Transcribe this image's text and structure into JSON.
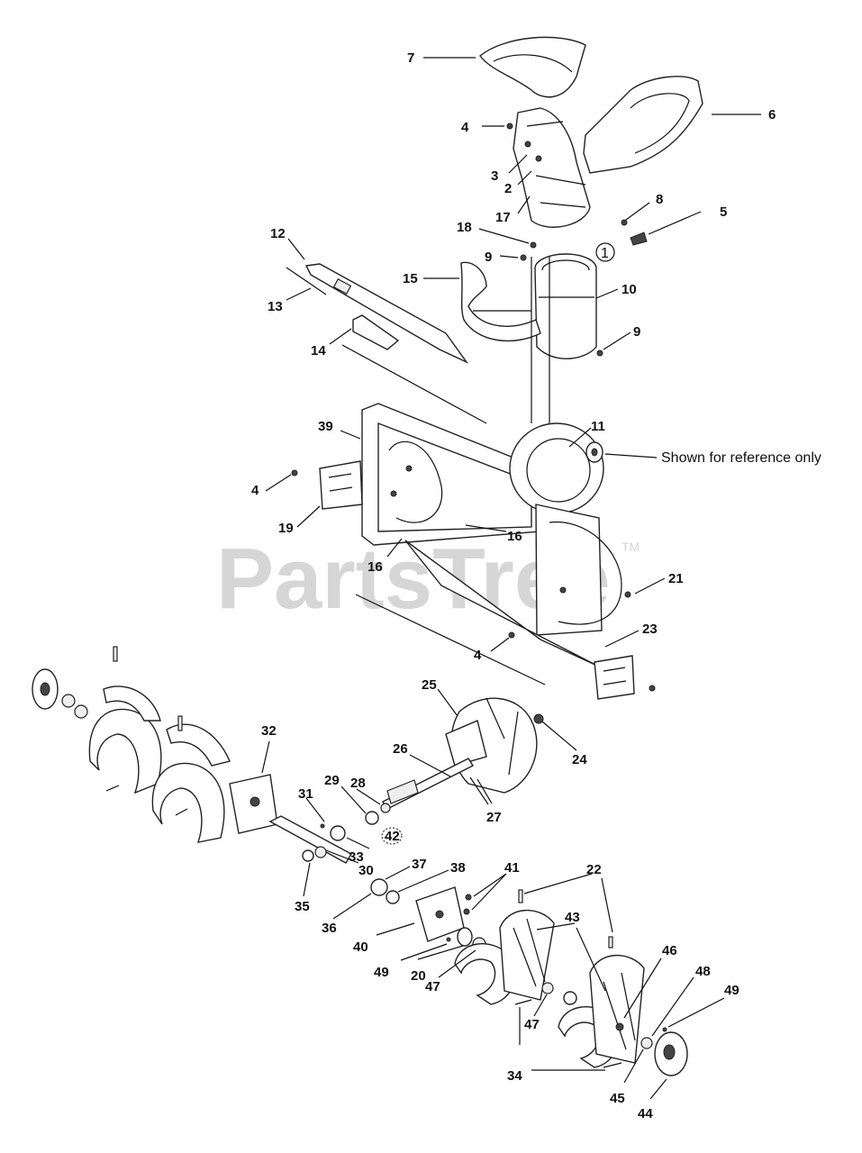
{
  "watermark": "PartsTree",
  "watermark_tm": "TM",
  "reference_note": "Shown for reference only",
  "callout_circle_1": "1",
  "callout_circle_42": "42",
  "labels": {
    "l7": "7",
    "l6": "6",
    "l4a": "4",
    "l3": "3",
    "l2": "2",
    "l17": "17",
    "l8": "8",
    "l5": "5",
    "l18": "18",
    "l9a": "9",
    "l12": "12",
    "l15": "15",
    "l10": "10",
    "l13": "13",
    "l9b": "9",
    "l14": "14",
    "l39": "39",
    "l11": "11",
    "l4b": "4",
    "l19": "19",
    "l16a": "16",
    "l16b": "16",
    "l21": "21",
    "l23": "23",
    "l4c": "4",
    "l25": "25",
    "l32": "32",
    "l26": "26",
    "l24": "24",
    "l29": "29",
    "l28": "28",
    "l31": "31",
    "l27": "27",
    "l33": "33",
    "l37": "37",
    "l30": "30",
    "l38": "38",
    "l41": "41",
    "l22": "22",
    "l35": "35",
    "l36": "36",
    "l43": "43",
    "l40": "40",
    "l49a": "49",
    "l20": "20",
    "l46": "46",
    "l47a": "47",
    "l48": "48",
    "l49b": "49",
    "l47b": "47",
    "l34": "34",
    "l45": "45",
    "l44": "44"
  }
}
